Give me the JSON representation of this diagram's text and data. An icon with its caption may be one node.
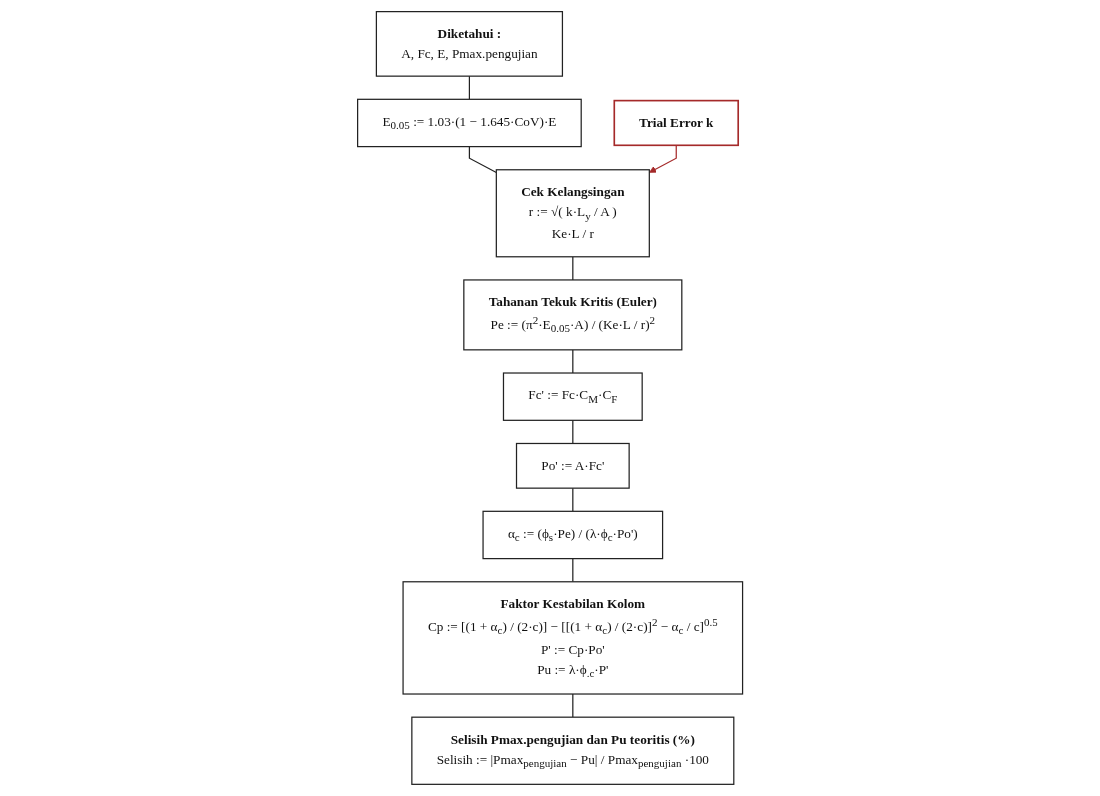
{
  "diagram": {
    "nodes": [
      {
        "text": [
          "Diketahui :",
          "A, Fc, E, Pmax.pengujian"
        ]
      },
      {
        "text": [
          "E$_{0.05}$ := 1.03·(1 − 1.645·CoV)·E"
        ]
      },
      {
        "text": [
          "Cek Kelangsingan",
          "r := √( k·L$_{y}$ / A )",
          "Ke·L / r"
        ]
      },
      {
        "text": [
          "Trial Error k"
        ]
      },
      {
        "text": [
          "Tahanan Tekuk Kritis (Euler)",
          "Pe := (π$^{2}$·E$_{0.05}$·A) / (Ke·L / r)$^{2}$"
        ]
      },
      {
        "text": [
          "Fc' := Fc·C$_{M}$·C$_{F}$"
        ]
      },
      {
        "text": [
          "Po' := A·Fc'"
        ]
      },
      {
        "text": [
          "α$_{c}$ := (ϕ$_{s}$·Pe) / (λ·ϕ$_{c}$·Po')"
        ]
      },
      {
        "text": [
          "Faktor Kestabilan Kolom",
          "Cp := [(1 + α$_{c}$) / (2·c)] − [[(1 + α$_{c}$) / (2·c)]$^{2}$ − α$_{c}$ / c]$^{0.5}$",
          "P' := Cp·Po'",
          "Pu := λ·ϕ$_{.c}$·P'"
        ]
      },
      {
        "text": [
          "Selisih Pmax.pengujian dan Pu teoritis (%)",
          "Selisih := |Pmax$_{pengujian}$ − Pu| / Pmax$_{pengujian}$ ·100"
        ]
      }
    ],
    "edges": [
      {
        "from": 0,
        "to": 1,
        "arrow": "none"
      },
      {
        "from": 1,
        "to": 2,
        "arrow": "none"
      },
      {
        "from": 3,
        "to": 2,
        "arrow": "to",
        "color": "#a52a2a"
      },
      {
        "from": 2,
        "to": 4,
        "arrow": "none"
      },
      {
        "from": 4,
        "to": 5,
        "arrow": "none"
      },
      {
        "from": 5,
        "to": 6,
        "arrow": "none"
      },
      {
        "from": 6,
        "to": 7,
        "arrow": "none"
      },
      {
        "from": 7,
        "to": 8,
        "arrow": "none"
      },
      {
        "from": 8,
        "to": 9,
        "arrow": "none"
      }
    ]
  }
}
